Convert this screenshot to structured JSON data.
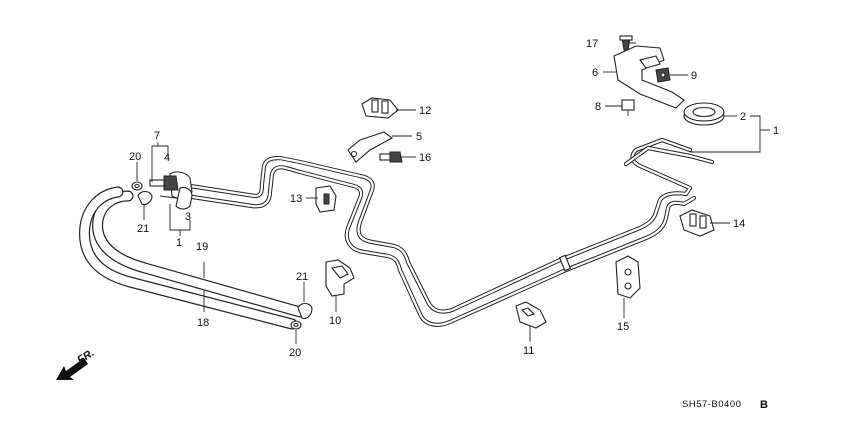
{
  "diagram": {
    "drawing_code": "SH57-B0400",
    "drawing_suffix": "B",
    "direction_label": "FR.",
    "callouts": {
      "c1a": "1",
      "c1b": "1",
      "c2": "2",
      "c3": "3",
      "c4": "4",
      "c5": "5",
      "c6": "6",
      "c7": "7",
      "c8": "8",
      "c9": "9",
      "c10": "10",
      "c11": "11",
      "c12": "12",
      "c13": "13",
      "c14": "14",
      "c15": "15",
      "c16": "16",
      "c17": "17",
      "c18": "18",
      "c19": "19",
      "c20a": "20",
      "c20b": "20",
      "c21a": "21",
      "c21b": "21"
    }
  }
}
